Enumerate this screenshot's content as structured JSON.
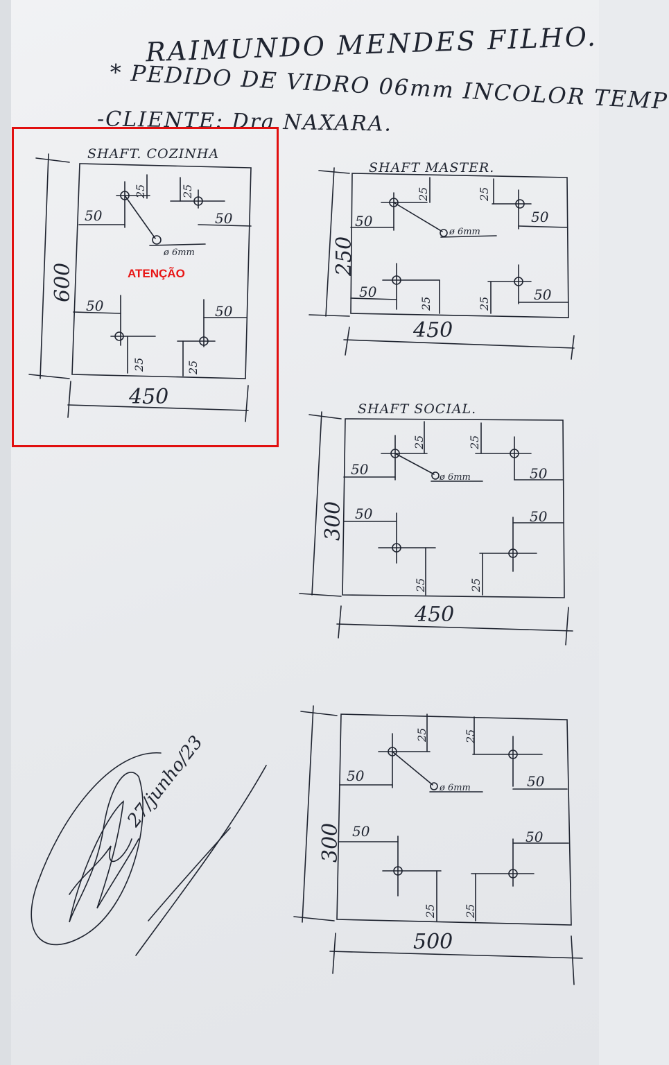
{
  "header": {
    "title": "RAIMUNDO MENDES FILHO.",
    "order": "* PEDIDO DE VIDRO 06mm INCOLOR TEMP",
    "client": "-CLIENTE: Dra NAXARA."
  },
  "annotation": {
    "label": "ATENÇÃO",
    "color": "#e81515"
  },
  "drawings": [
    {
      "title": "SHAFT. COZINHA",
      "width": "450",
      "height": "600",
      "offsets": {
        "top_left": "50",
        "top_right": "50",
        "bottom_left": "50",
        "bottom_right": "50"
      },
      "vertical_offsets": {
        "top_left": "25",
        "top_right": "25",
        "bottom_left": "25",
        "bottom_right": "25"
      },
      "hole_label": "ø 6mm"
    },
    {
      "title": "SHAFT MASTER.",
      "width": "450",
      "height": "250",
      "offsets": {
        "top_left": "50",
        "top_right": "50",
        "bottom_left": "50",
        "bottom_right": "50"
      },
      "vertical_offsets": {
        "top_left": "25",
        "top_right": "25",
        "bottom_left": "25",
        "bottom_right": "25"
      },
      "hole_label": "ø 6mm"
    },
    {
      "title": "SHAFT SOCIAL.",
      "width": "450",
      "height": "300",
      "offsets": {
        "top_left": "50",
        "top_right": "50",
        "bottom_left": "50",
        "bottom_right": "50"
      },
      "vertical_offsets": {
        "top_left": "25",
        "top_right": "25",
        "bottom_left": "25",
        "bottom_right": "25"
      },
      "hole_label": "ø 6mm"
    },
    {
      "title": "",
      "width": "500",
      "height": "300",
      "offsets": {
        "top_left": "50",
        "top_right": "50",
        "bottom_left": "50",
        "bottom_right": "50"
      },
      "vertical_offsets": {
        "top_left": "25",
        "top_right": "25",
        "bottom_left": "25",
        "bottom_right": "25"
      },
      "hole_label": "ø 6mm"
    }
  ],
  "signature": {
    "date": "27/junho/23"
  }
}
